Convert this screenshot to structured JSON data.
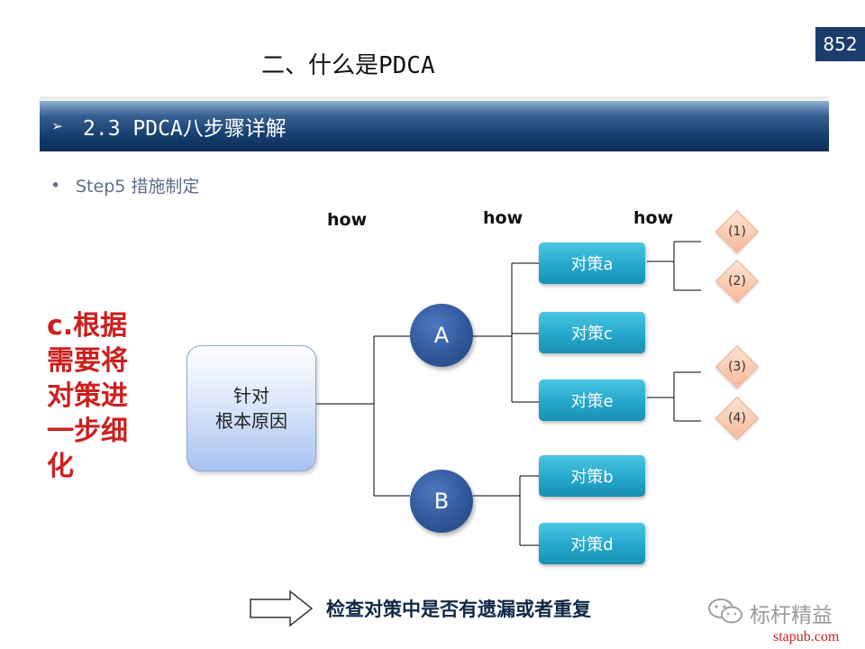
{
  "page_number": "852",
  "title": "二、什么是PDCA",
  "section": {
    "arrow": "➢",
    "text": "2.3 PDCA八步骤详解"
  },
  "bullet": {
    "symbol": "•",
    "text": "Step5 措施制定"
  },
  "how_labels": [
    "how",
    "how",
    "how"
  ],
  "note_lines": [
    "c.根据",
    "需要将",
    "对策进",
    "一步细",
    "化"
  ],
  "root": {
    "line1": "针对",
    "line2": "根本原因"
  },
  "branches": {
    "a": "A",
    "b": "B"
  },
  "measures": [
    "对策a",
    "对策c",
    "对策e",
    "对策b",
    "对策d"
  ],
  "sub_items": [
    "(1)",
    "(2)",
    "(3)",
    "(4)"
  ],
  "bottom_text": "检查对策中是否有遗漏或者重复",
  "watermark": {
    "label": "标杆精益",
    "url": "stapub.com"
  },
  "colors": {
    "banner": "#153d6d",
    "note": "#cc1f1f",
    "circle": "#2f5597",
    "measure": "#25a7cc",
    "diamond": "#f7b99a"
  },
  "icons": [
    "wechat-icon",
    "arrow-right-icon"
  ]
}
